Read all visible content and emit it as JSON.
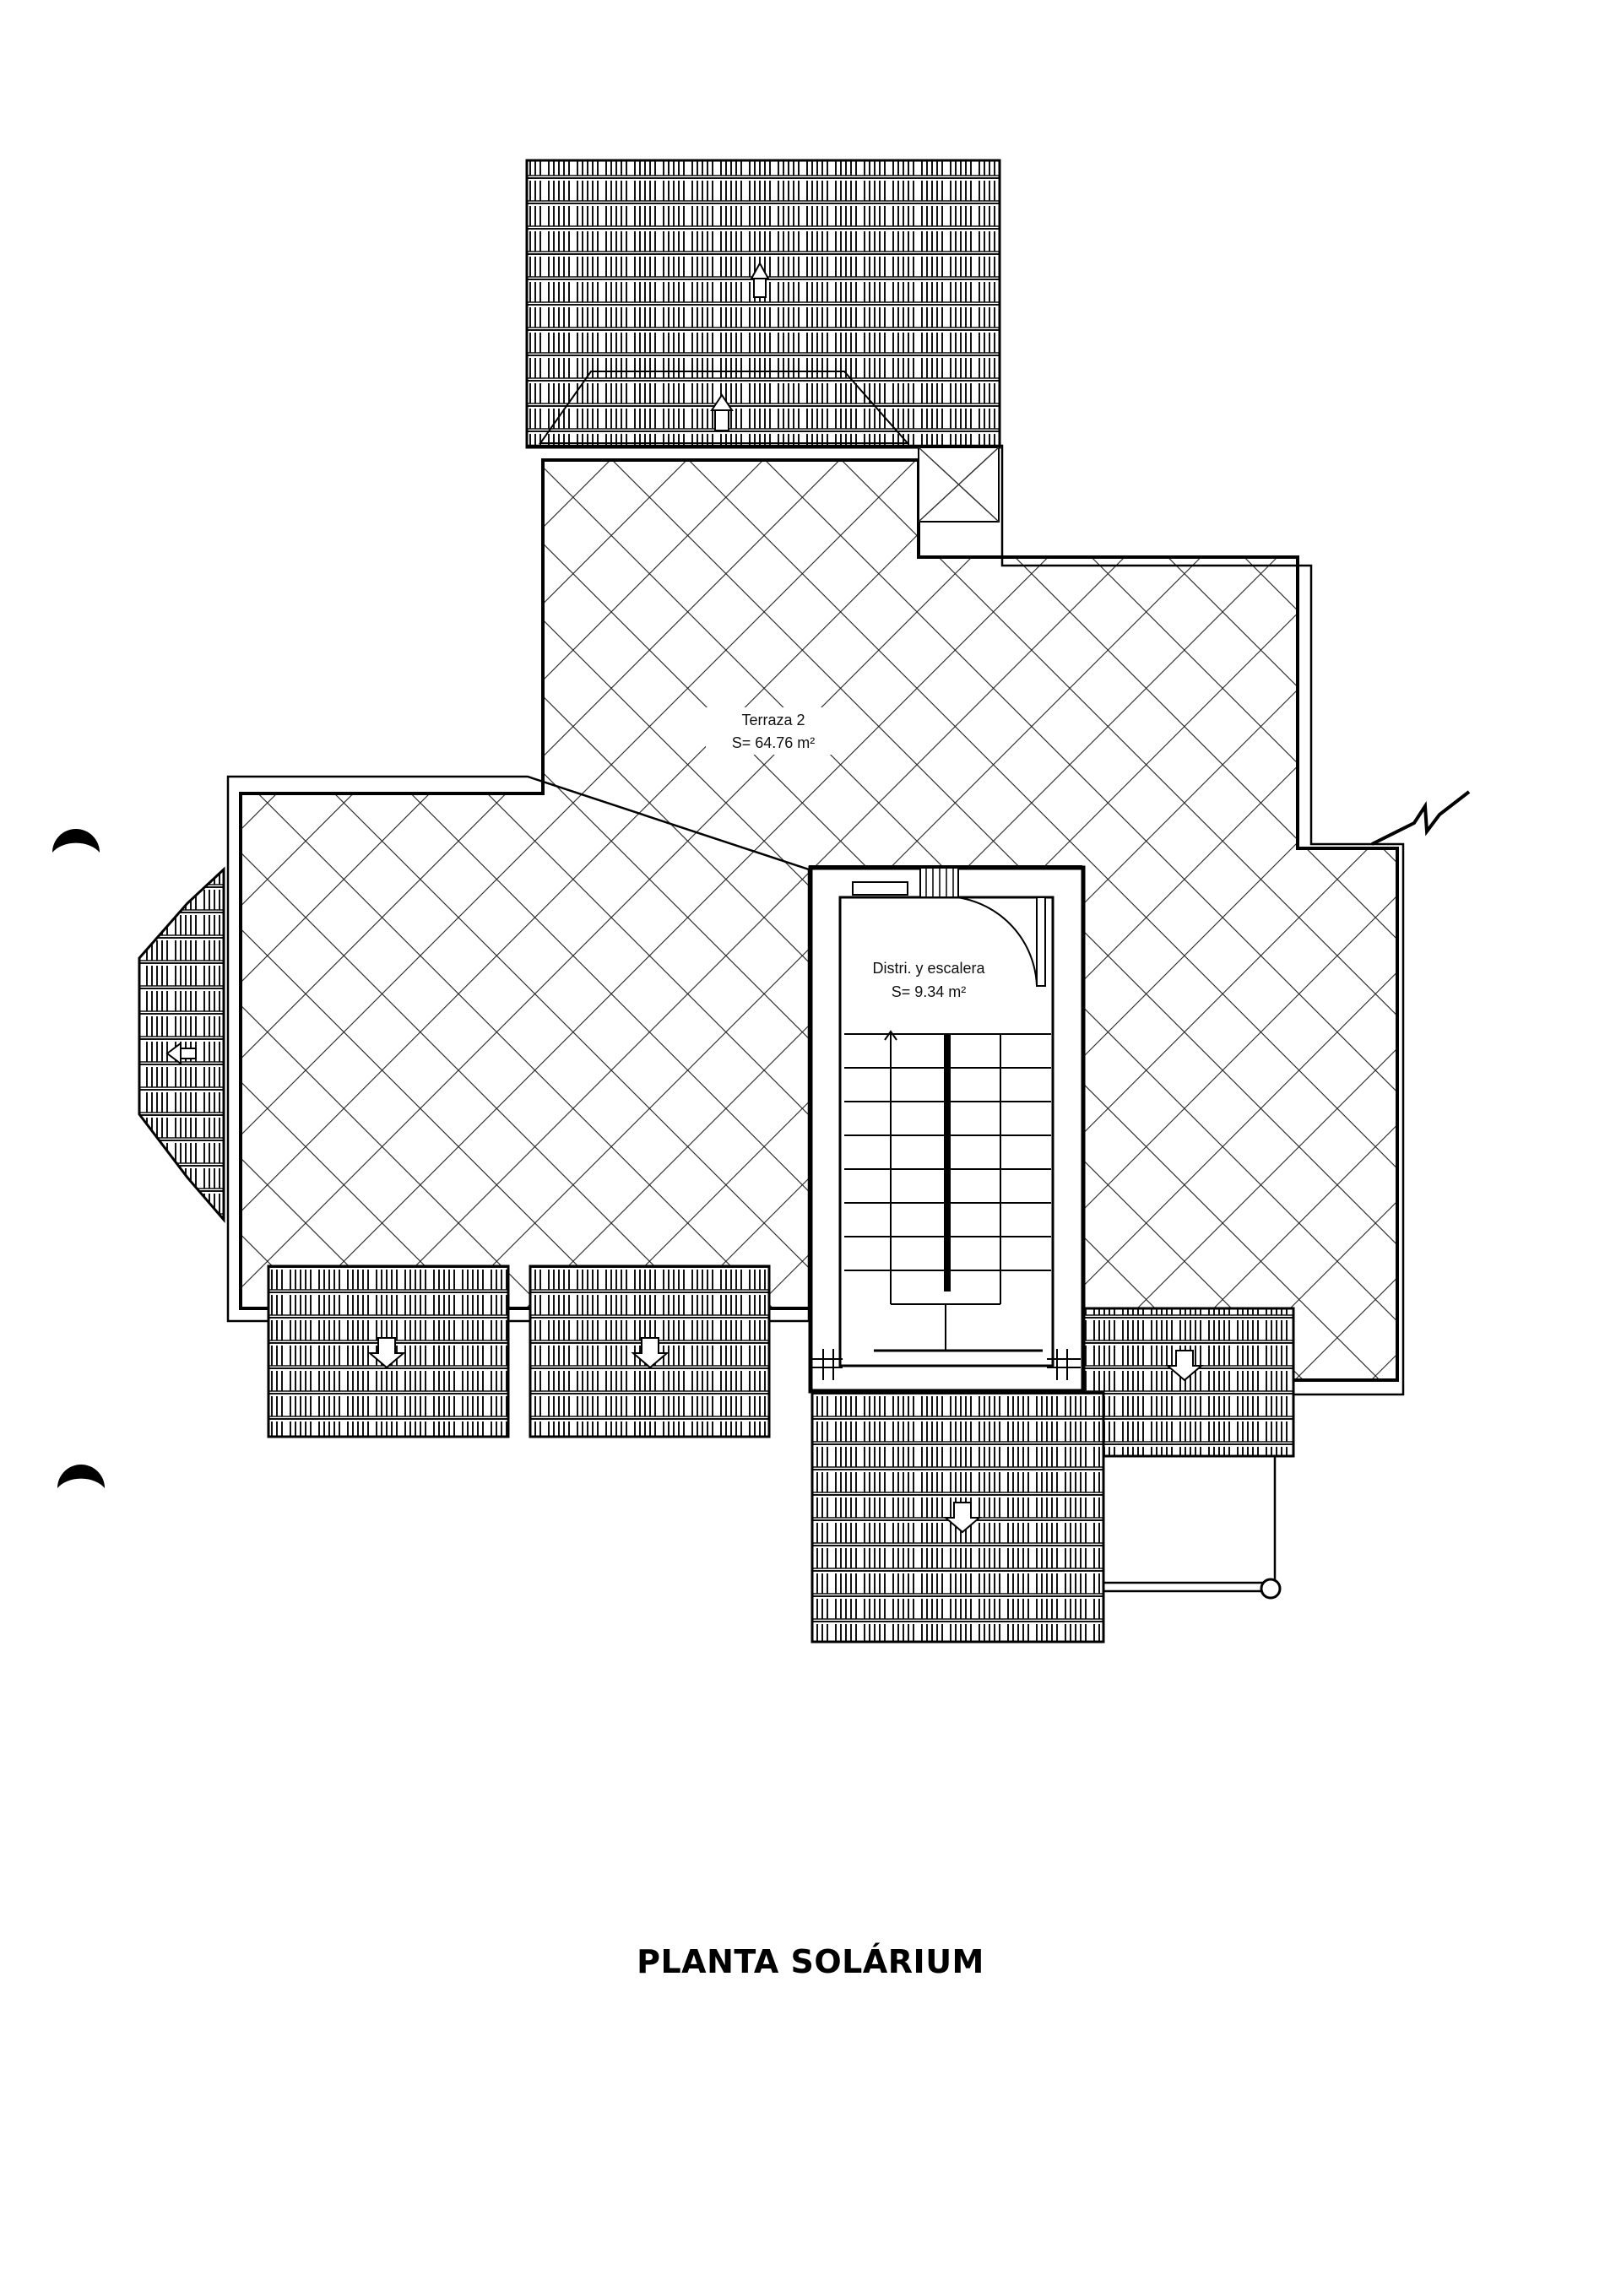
{
  "plan": {
    "title": "PLANTA SOLÁRIUM",
    "rooms": [
      {
        "name": "Terraza 2",
        "area": "S= 64.76 m²"
      },
      {
        "name": "Distri. y escalera",
        "area": "S= 9.34 m²"
      }
    ]
  },
  "colors": {
    "ink": "#000000",
    "paper": "#ffffff"
  }
}
